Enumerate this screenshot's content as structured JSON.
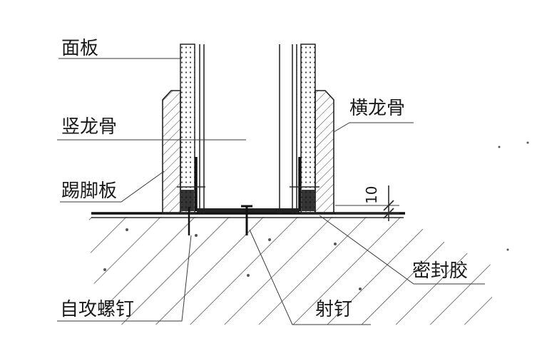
{
  "labels": {
    "panel": "面板",
    "vertical_keel": "竖龙骨",
    "skirting_board": "踢脚板",
    "self_tapping_screw": "自攻螺钉",
    "horizontal_keel": "横龙骨",
    "sealant": "密封胶",
    "nail": "射钉"
  },
  "dimension": "10"
}
